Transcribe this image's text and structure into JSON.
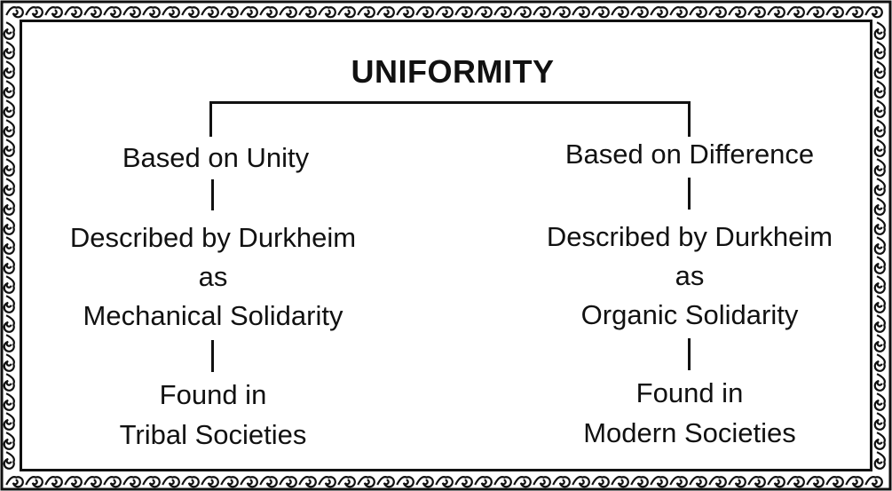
{
  "diagram": {
    "title": "UNIFORMITY",
    "left": {
      "basis": "Based on Unity",
      "described_line1": "Described by Durkheim",
      "described_line2": "as",
      "described_line3": "Mechanical Solidarity",
      "found_line1": "Found in",
      "found_line2": "Tribal Societies"
    },
    "right": {
      "basis": "Based on Difference",
      "described_line1": "Described by Durkheim",
      "described_line2": "as",
      "described_line3": "Organic Solidarity",
      "found_line1": "Found in",
      "found_line2": "Modern Societies"
    }
  }
}
